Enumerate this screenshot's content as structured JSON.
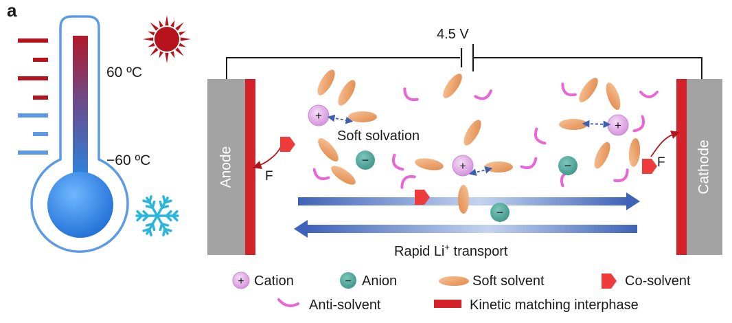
{
  "panel_label": "a",
  "thermometer": {
    "high_temp": "60 ºC",
    "low_temp": "−60 ºC"
  },
  "circuit": {
    "voltage": "4.5 V"
  },
  "electrodes": {
    "anode": "Anode",
    "cathode": "Cathode",
    "anode_f": "F",
    "cathode_f": "F"
  },
  "cell": {
    "soft_solvation": "Soft solvation",
    "transport_prefix": "Rapid Li",
    "transport_superscript": "+",
    "transport_suffix": " transport",
    "cation_symbol": "+",
    "anion_symbol": "−"
  },
  "legend": {
    "cation": "Cation",
    "anion": "Anion",
    "soft_solvent": "Soft solvent",
    "co_solvent": "Co-solvent",
    "anti_solvent": "Anti-solvent",
    "interphase": "Kinetic matching interphase"
  },
  "colors": {
    "hot_dash": "#b5121b",
    "cold_dash": "#5b9be6",
    "sun": "#b5121b",
    "snowflake": "#29b6d9",
    "electrode": "#a3a3a3",
    "interphase": "#d3222a",
    "cosolvent": "#ee3b3b",
    "antisolvent": "#ea66d6",
    "anion": "#4fa89a",
    "arrow": "#3f63b8"
  }
}
